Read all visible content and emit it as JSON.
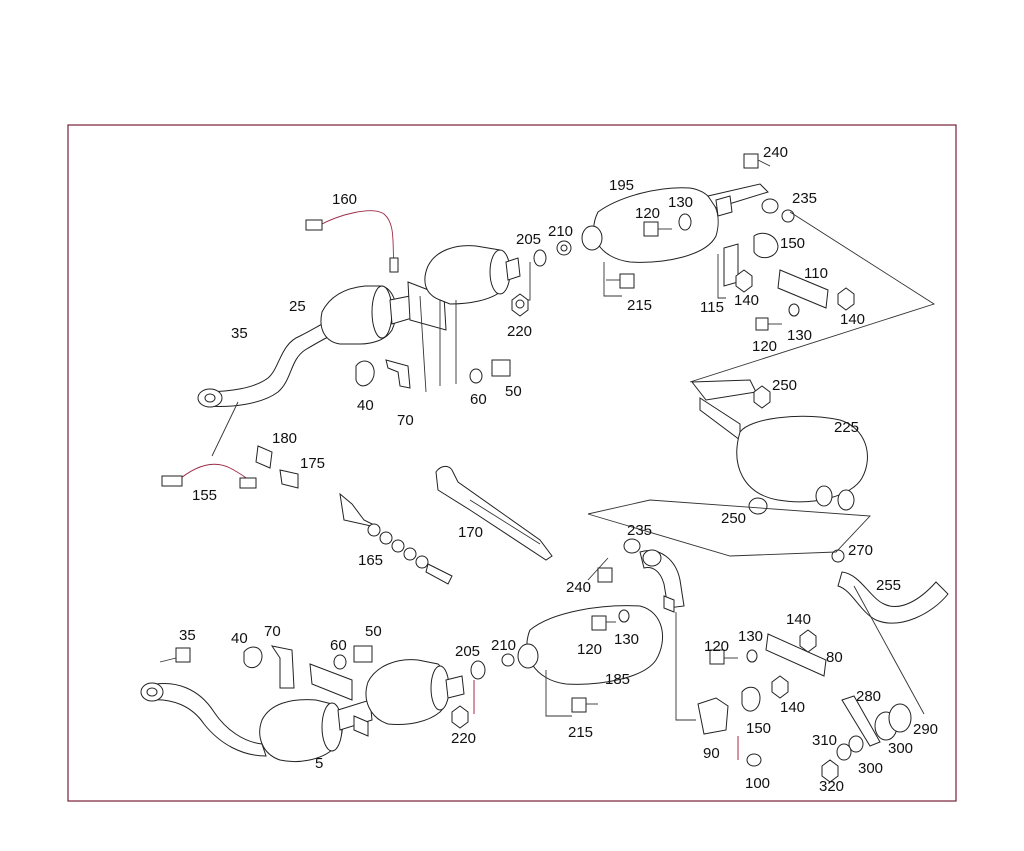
{
  "labels": {
    "a240": "240",
    "a235": "235",
    "a195": "195",
    "a130": "130",
    "a120": "120",
    "a160": "160",
    "a205": "205",
    "a210": "210",
    "a150": "150",
    "a110": "110",
    "a25": "25",
    "a35": "35",
    "a215": "215",
    "a115": "115",
    "a140": "140",
    "a220": "220",
    "a130b": "130",
    "a140b": "140",
    "a120b": "120",
    "a40": "40",
    "a70": "70",
    "a60": "60",
    "a50": "50",
    "a250": "250",
    "a225": "225",
    "a180": "180",
    "a175": "175",
    "a155": "155",
    "a170": "170",
    "a250b": "250",
    "a165": "165",
    "a235b": "235",
    "a270": "270",
    "a240b": "240",
    "a255": "255",
    "b35": "35",
    "b40": "40",
    "b70": "70",
    "b60": "60",
    "b50": "50",
    "b205": "205",
    "b210": "210",
    "b130": "130",
    "b120": "120",
    "b185": "185",
    "b140": "140",
    "b130b": "130",
    "b120b": "120",
    "b80": "80",
    "b150": "150",
    "b140b": "140",
    "b280": "280",
    "b220": "220",
    "b215": "215",
    "b5": "5",
    "b90": "90",
    "b310": "310",
    "b300": "300",
    "b290": "290",
    "b300b": "300",
    "b100": "100",
    "b320": "320"
  }
}
